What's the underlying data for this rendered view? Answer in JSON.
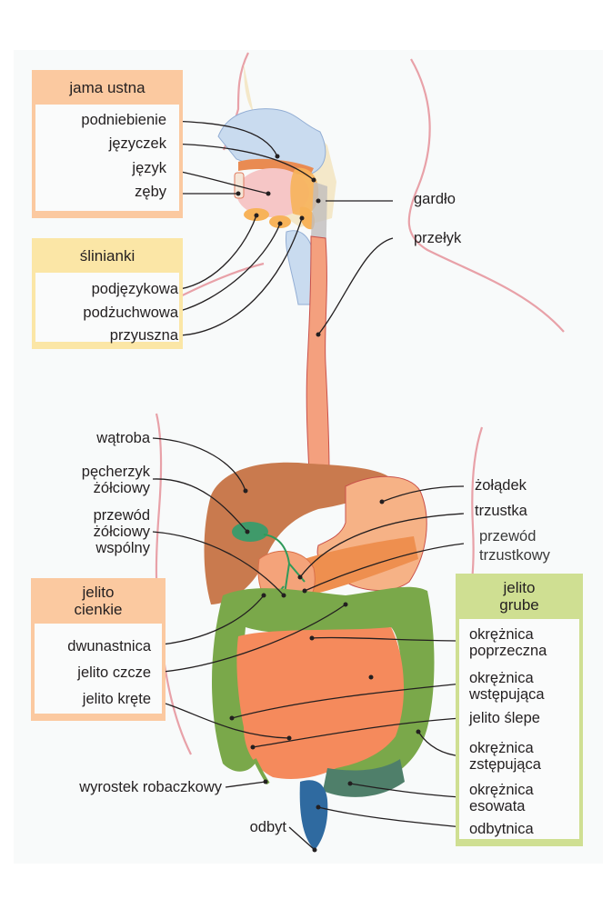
{
  "diagram": {
    "title": "Układ pokarmowy człowieka",
    "colors": {
      "mouth_group": "#fbc9a0",
      "salivary_group": "#fbe6a6",
      "small_intestine_group": "#fbc9a0",
      "large_intestine_group": "#cfdf92",
      "body_outline": "#e8a1a8",
      "esophagus": "#f4a07e",
      "liver": "#c97a4e",
      "stomach": "#f6b286",
      "pancreas": "#ee8f4f",
      "gallbladder": "#3f9a6a",
      "small_intestine": "#f58a5c",
      "large_intestine": "#7aa84a",
      "sigmoid": "#4f7f6a",
      "rectum": "#2f6aa0",
      "nasal_cavity": "#c9dbef"
    },
    "groups": {
      "mouth": {
        "title": "jama ustna",
        "items": [
          "podniebienie",
          "języczek",
          "język",
          "zęby"
        ]
      },
      "salivary": {
        "title": "ślinianki",
        "items": [
          "podjęzykowa",
          "podżuchwowa",
          "przyuszna"
        ]
      },
      "small_intestine": {
        "title_line1": "jelito",
        "title_line2": "cienkie",
        "items": [
          "dwunastnica",
          "jelito czcze",
          "jelito kręte"
        ]
      },
      "large_intestine": {
        "title_line1": "jelito",
        "title_line2": "grube",
        "items": [
          [
            "okrężnica",
            "poprzeczna"
          ],
          [
            "okrężnica",
            "wstępująca"
          ],
          [
            "jelito ślepe"
          ],
          [
            "okrężnica",
            "zstępująca"
          ],
          [
            "okrężnica",
            "esowata"
          ],
          [
            "odbytnica"
          ]
        ]
      }
    },
    "free_labels": {
      "pharynx": "gardło",
      "esophagus": "przełyk",
      "liver": "wątroba",
      "gallbladder": [
        "pęcherzyk",
        "żółciowy"
      ],
      "bile_duct": [
        "przewód",
        "żółciowy",
        "wspólny"
      ],
      "stomach": "żołądek",
      "pancreas": "trzustka",
      "pancreatic_duct": [
        "przewód",
        "trzustkowy"
      ],
      "appendix": "wyrostek robaczkowy",
      "anus": "odbyt"
    }
  }
}
